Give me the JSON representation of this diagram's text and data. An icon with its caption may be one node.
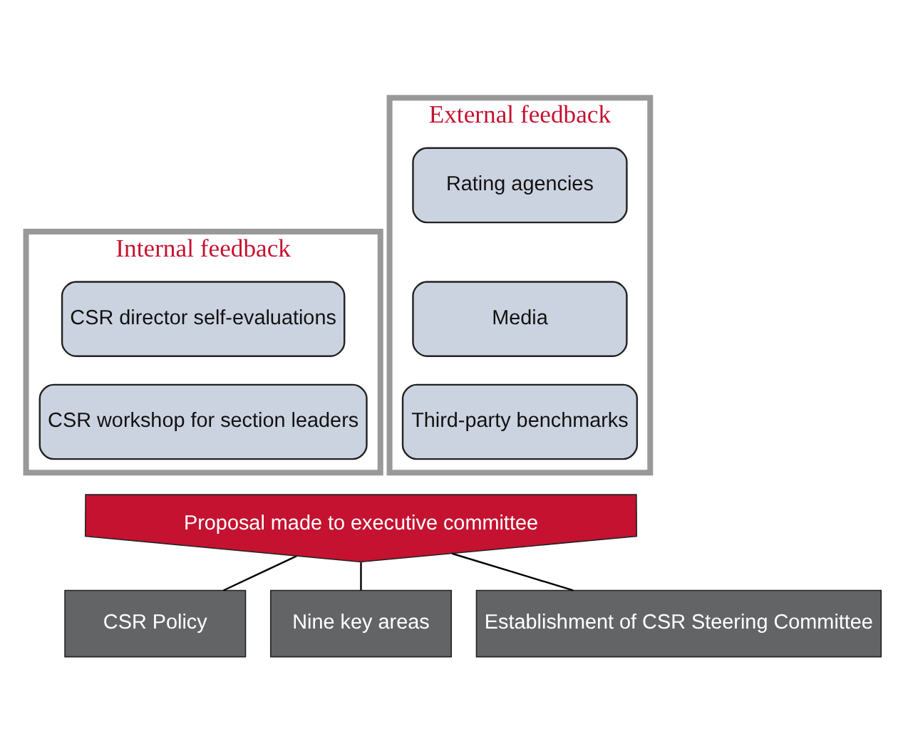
{
  "diagram": {
    "nodes": [
      {
        "text": [
          "Internal feedback"
        ]
      },
      {
        "text": [
          "CSR director self-evaluations"
        ],
        "in": 0
      },
      {
        "text": [
          "CSR workshop for section leaders"
        ],
        "in": 0
      },
      {
        "text": [
          "External feedback"
        ]
      },
      {
        "text": [
          "Rating agencies"
        ],
        "in": 3
      },
      {
        "text": [
          "Media"
        ],
        "in": 3
      },
      {
        "text": [
          "Third-party benchmarks"
        ],
        "in": 3
      },
      {
        "text": [
          "Proposal made to executive committee"
        ]
      },
      {
        "text": [
          "CSR Policy"
        ]
      },
      {
        "text": [
          "Nine key areas"
        ]
      },
      {
        "text": [
          "Establishment of CSR Steering Committee"
        ]
      }
    ],
    "edges": [
      {
        "from": 7,
        "to": 8,
        "arrow": "none"
      },
      {
        "from": 7,
        "to": 9,
        "arrow": "none"
      },
      {
        "from": 7,
        "to": 10,
        "arrow": "none"
      }
    ]
  }
}
